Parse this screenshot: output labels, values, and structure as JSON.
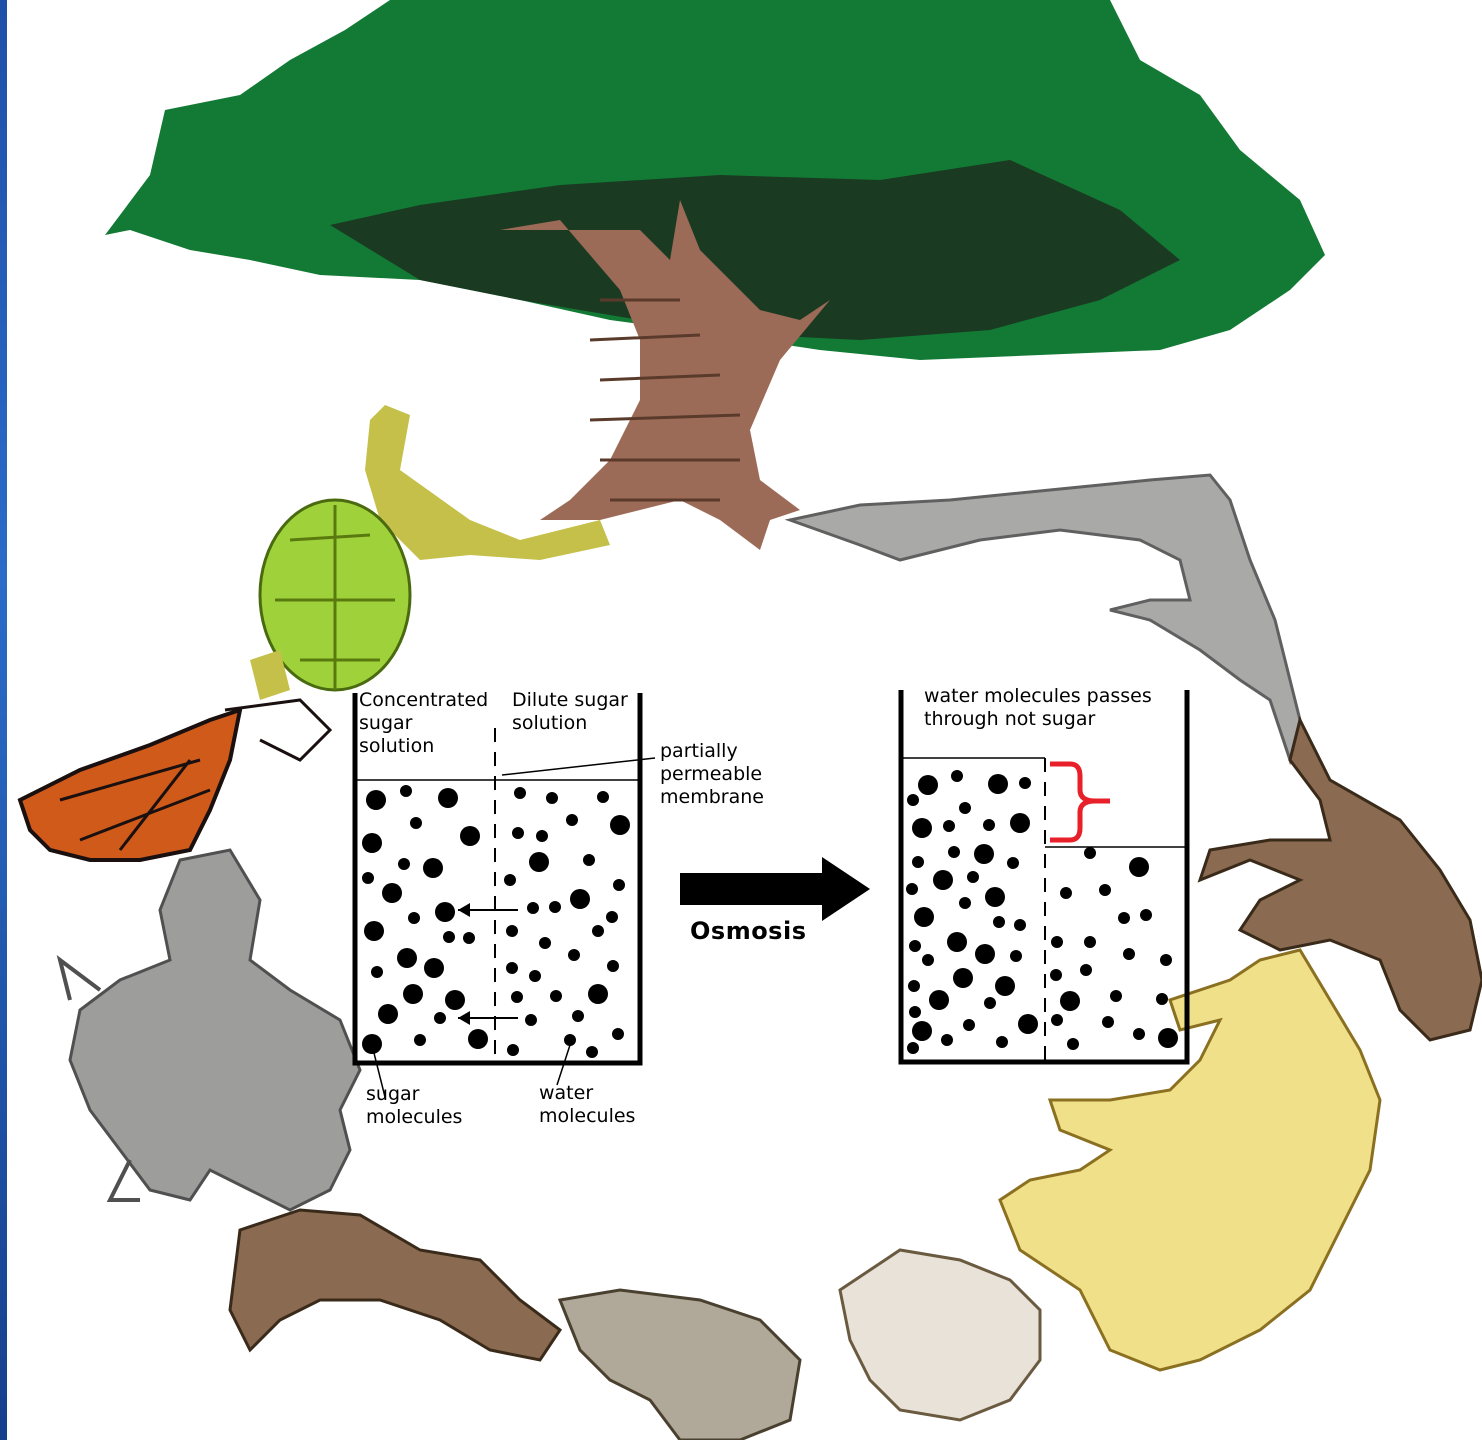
{
  "colors": {
    "foliage": "#127a34",
    "trunk": "#9c6b57",
    "turtle": "#9fd23a",
    "dolphin": "#a9aaa8",
    "monkey": "#8a6a50",
    "lion": "#f0e08a",
    "octopus": "#9d9d9b",
    "butterfly": "#d05a1a",
    "bracket": "#e8202a",
    "edge": "#1f4fa8"
  },
  "diagram": {
    "left_beaker": {
      "concentrated_label": "Concentrated\nsugar\nsolution",
      "dilute_label": "Dilute sugar\nsolution",
      "membrane_label": "partially\npermeable\nmembrane",
      "sugar_label": "sugar\nmolecules",
      "water_label": "water\nmolecules"
    },
    "arrow_label": "Osmosis",
    "right_beaker": {
      "caption": "water molecules passes\nthrough not sugar"
    }
  },
  "icons": [
    "tree-icon",
    "turtle-icon",
    "dolphin-icon",
    "monkey-icon",
    "lion-icon",
    "eagle-icon",
    "squirrel-icon",
    "octopus-icon",
    "butterfly-icon"
  ]
}
